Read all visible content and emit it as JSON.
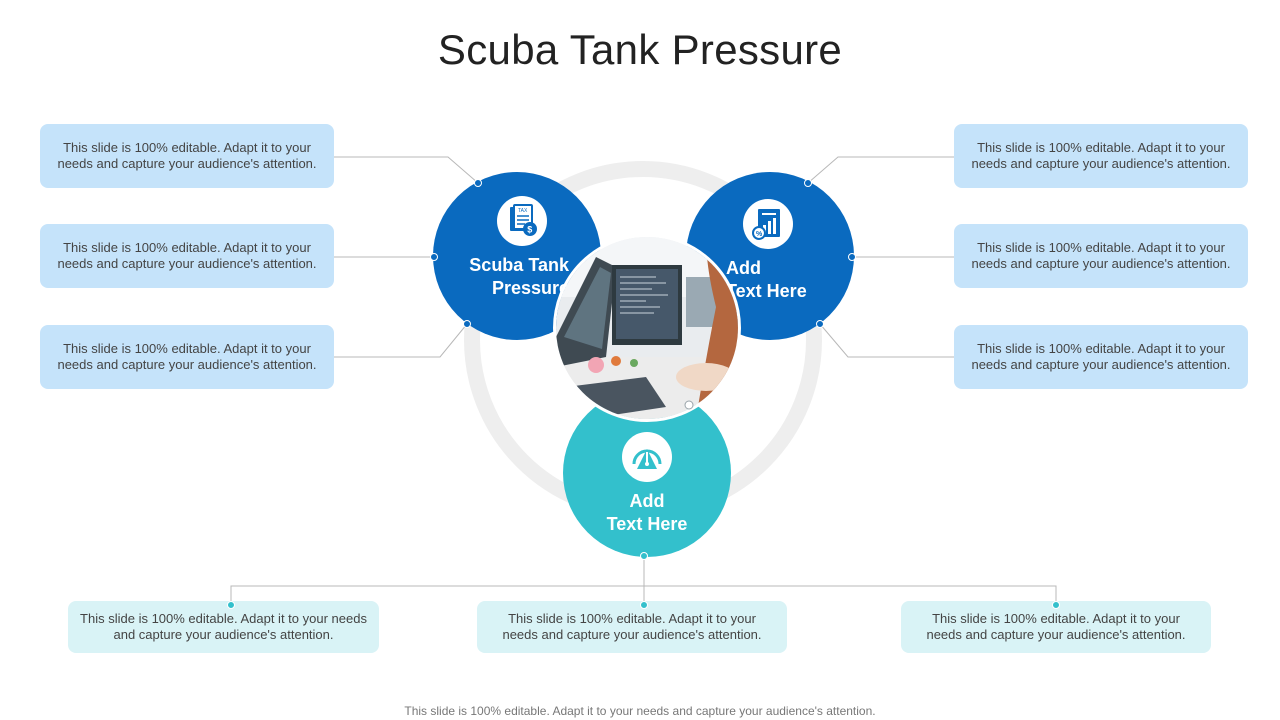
{
  "title": "Scuba Tank Pressure",
  "colors": {
    "dark_blue": "#0a6abf",
    "teal": "#33c0cc",
    "light_blue_box": "#c5e3fa",
    "light_teal_box": "#d9f3f6",
    "ring": "#eeeeee",
    "connector": "#b8b8b8"
  },
  "circles": {
    "left": {
      "label_line1": "Scuba Tank",
      "label_line2": "Pressure",
      "icon": "tax-document-icon"
    },
    "right": {
      "label_line1": "Add",
      "label_line2": "Text Here",
      "icon": "financial-report-icon"
    },
    "bottom": {
      "label_line1": "Add",
      "label_line2": "Text Here",
      "icon": "pressure-gauge-icon"
    }
  },
  "photo": {
    "icon": "office-workspace-photo"
  },
  "left_boxes": [
    "This slide is 100% editable. Adapt it to your needs and capture your audience's attention.",
    "This slide is 100% editable. Adapt it to your needs and capture your audience's attention.",
    "This slide is 100% editable. Adapt it to your needs and capture your audience's attention."
  ],
  "right_boxes": [
    "This slide is 100% editable. Adapt it to your needs and capture your audience's attention.",
    "This slide is 100% editable. Adapt it to your needs and capture your audience's attention.",
    "This slide is 100% editable. Adapt it to your needs and capture your audience's attention."
  ],
  "bottom_boxes": [
    "This slide is 100% editable. Adapt it to your needs and capture your audience's attention.",
    "This slide is 100% editable. Adapt it to your needs and capture your audience's attention.",
    "This slide is 100% editable. Adapt it to your needs and capture your audience's attention."
  ],
  "footer": "This slide is 100% editable. Adapt it to your needs and capture your audience's attention."
}
